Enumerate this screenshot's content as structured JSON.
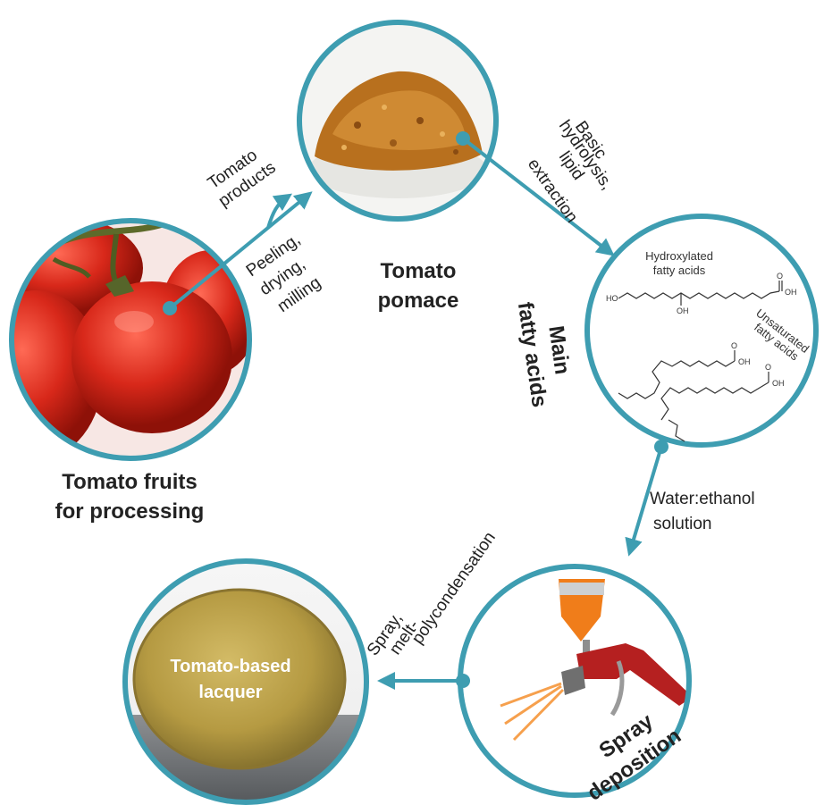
{
  "colors": {
    "accent": "#3e9db1",
    "tomato_red": "#d8281a",
    "pomace": "#b8701e",
    "lacquer": "#b59a42",
    "spray_orange": "#f07d1a",
    "gun_red": "#b52020"
  },
  "nodes": {
    "fruits": {
      "label_lines": [
        "Tomato fruits",
        "for processing"
      ],
      "image": "tomato-fruits-photo"
    },
    "pomace": {
      "label_lines": [
        "Tomato",
        "pomace"
      ],
      "image": "tomato-pomace-photo"
    },
    "fatty_acids": {
      "label_lines": [
        "Main",
        "fatty acids"
      ],
      "hydroxylated_lines": [
        "Hydroxylated",
        "fatty acids"
      ],
      "unsaturated_lines": [
        "Unsaturated",
        "fatty acids"
      ],
      "atoms": {
        "ho": "HO",
        "oh": "OH",
        "o": "O"
      }
    },
    "spray": {
      "label_lines": [
        "Spray",
        "deposition"
      ],
      "image": "spray-gun-icon"
    },
    "lacquer": {
      "label_lines": [
        "Tomato-based",
        "lacquer"
      ],
      "image": "lacquer-disc-photo"
    }
  },
  "steps": {
    "products": [
      "Tomato",
      "products"
    ],
    "peeling": [
      "Peeling,",
      "drying,",
      "milling"
    ],
    "hydrolysis": [
      "Basic",
      "hydrolysis,",
      "lipid",
      "extraction"
    ],
    "solution": [
      "Water:ethanol",
      "solution"
    ],
    "spray": [
      "Spray,",
      "melt-",
      "polycondensation"
    ]
  }
}
